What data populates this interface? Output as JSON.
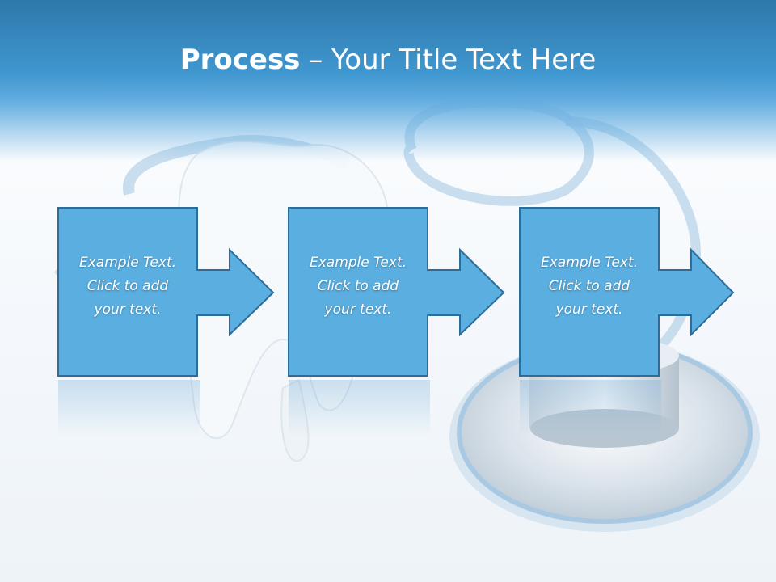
{
  "slide": {
    "title_bold": "Process",
    "title_rest": " – Your Title Text Here",
    "steps": [
      {
        "line1": "Example Text.",
        "line2": "Click  to add",
        "line3": "your text."
      },
      {
        "line1": "Example Text.",
        "line2": "Click  to add",
        "line3": "your text."
      },
      {
        "line1": "Example Text.",
        "line2": "Click  to add",
        "line3": "your text."
      }
    ]
  },
  "colors": {
    "header": "#3f97cf",
    "box_fill": "#5aaee0",
    "box_stroke": "#2e6d99"
  },
  "background_image": "tooth-and-stethoscope"
}
